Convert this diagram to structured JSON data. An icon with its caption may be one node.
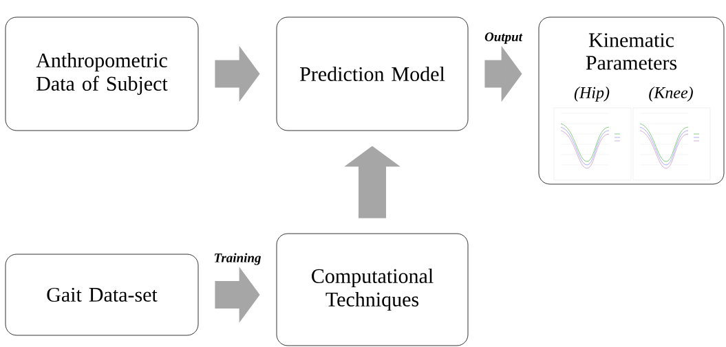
{
  "diagram": {
    "nodes": [
      {
        "text": [
          "Anthropometric Data of Subject"
        ]
      },
      {
        "text": [
          "Prediction Model"
        ]
      },
      {
        "text": [
          "Kinematic Parameters",
          "(Hip)",
          "(Knee)"
        ]
      },
      {
        "text": [
          "Gait Data-set"
        ]
      },
      {
        "text": [
          "Computational Techniques"
        ]
      }
    ],
    "edges": [
      {
        "from": 0,
        "to": 1,
        "arrow": "to"
      },
      {
        "from": 1,
        "to": 2,
        "arrow": "to",
        "label": "Output"
      },
      {
        "from": 3,
        "to": 4,
        "arrow": "to",
        "label": "Training"
      },
      {
        "from": 4,
        "to": 1,
        "arrow": "to"
      }
    ]
  }
}
